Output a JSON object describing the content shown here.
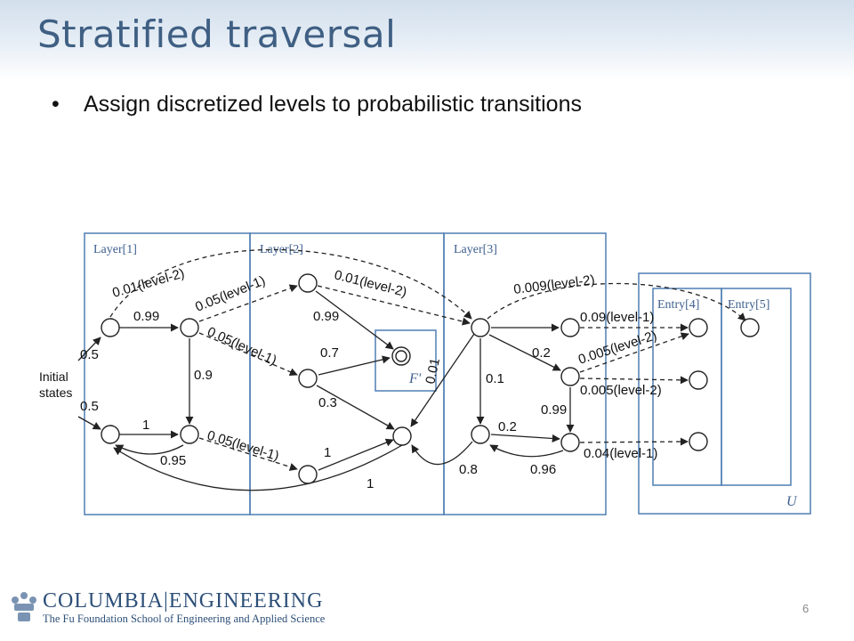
{
  "slide": {
    "title": "Stratified traversal",
    "bullet": "Assign discretized levels to probabilistic transitions",
    "page_number": "6"
  },
  "diagram": {
    "initial_label": [
      "Initial",
      "states"
    ],
    "layers": [
      "Layer[1]",
      "Layer[2]",
      "Layer[3]"
    ],
    "accepting_set_label": "F'",
    "unknown_set_label": "U",
    "entries": [
      "Entry[4]",
      "Entry[5]"
    ],
    "edge_labels": [
      "0.01(level-2)",
      "0.05(level-1)",
      "0.01(level-2)",
      "0.009(level-2)",
      "0.99",
      "0.99",
      "0.5",
      "0.5",
      "0.9",
      "0.05(level-1)",
      "0.7",
      "0.3",
      "0.01",
      "1",
      "0.95",
      "0.05(level-1)",
      "1",
      "1",
      "0.8",
      "0.09(level-1)",
      "0.2",
      "0.005(level-2)",
      "0.1",
      "0.005(level-2)",
      "0.99",
      "0.2",
      "0.96",
      "0.04(level-1)"
    ],
    "colors": {
      "box": "#4f7fb3",
      "box_label": "#3d5f8e",
      "edge": "#222222"
    }
  },
  "footer": {
    "logo_main": "COLUMBIA|ENGINEERING",
    "logo_sub": "The Fu Foundation School of Engineering and Applied Science",
    "crown_icon": "crown-icon"
  }
}
